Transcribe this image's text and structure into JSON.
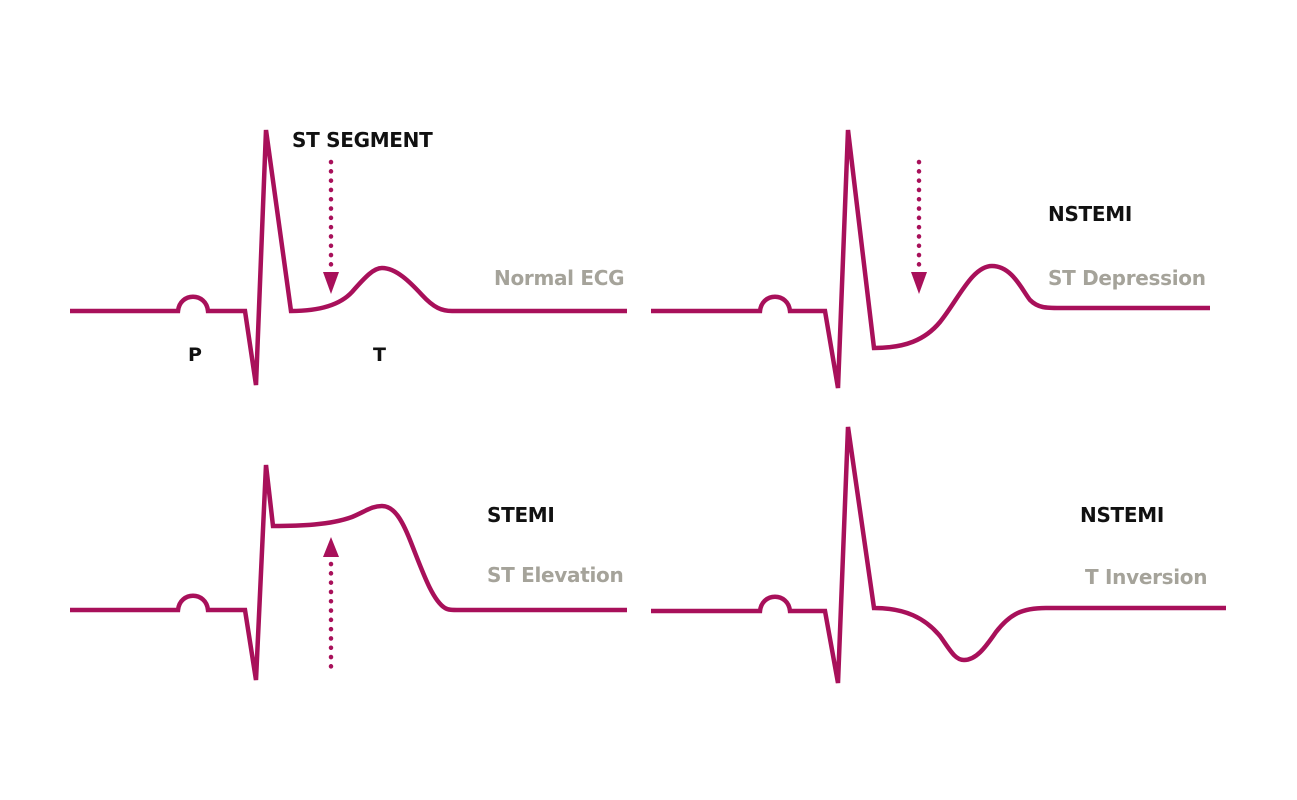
{
  "colors": {
    "trace": "#a8105a",
    "title_text": "#111111",
    "subtitle_text": "#a5a39a",
    "background": "#ffffff"
  },
  "annotation": {
    "st_segment": "ST SEGMENT"
  },
  "wave_labels": {
    "p": "P",
    "t": "T"
  },
  "panels": [
    {
      "id": "normal",
      "title": "",
      "subtitle": "Normal ECG",
      "arrow": "down"
    },
    {
      "id": "st-depression",
      "title": "NSTEMI",
      "subtitle": "ST Depression",
      "arrow": "down"
    },
    {
      "id": "st-elevation",
      "title": "STEMI",
      "subtitle": "ST Elevation",
      "arrow": "up"
    },
    {
      "id": "t-inversion",
      "title": "NSTEMI",
      "subtitle": "T Inversion",
      "arrow": "none"
    }
  ]
}
